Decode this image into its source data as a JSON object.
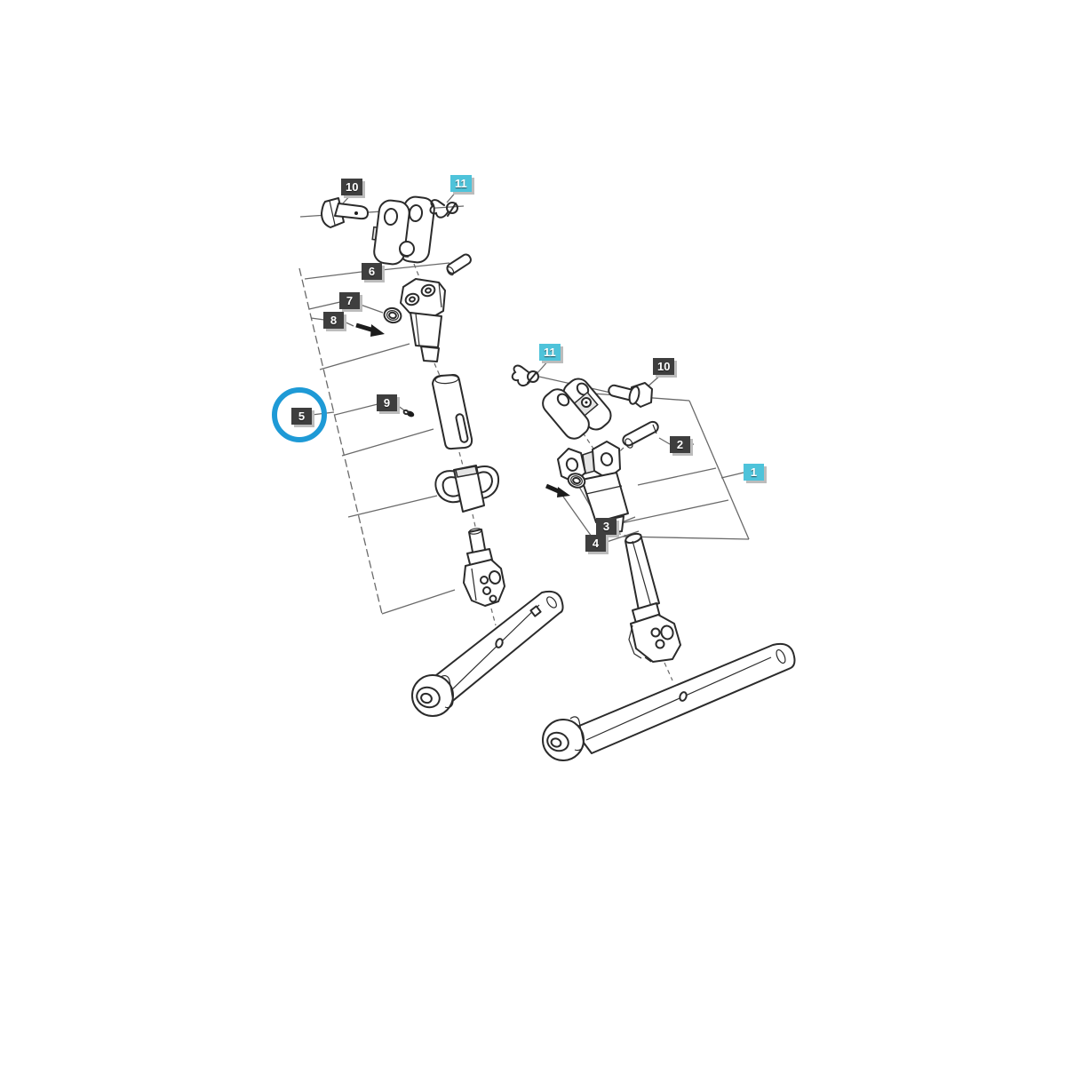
{
  "diagram": {
    "type": "exploded-parts-diagram",
    "subject": "three-point-hitch-lift-arm-assembly",
    "background": "#ffffff",
    "line_color": "#2b2b2b",
    "leader_color": "#6a6a6a",
    "label_dark_bg": "#3e3e3e",
    "label_highlight_bg": "#4ec3da",
    "label_text_color": "#ffffff",
    "selection_circle_color": "#1e9ad6",
    "selected_callout": "5"
  },
  "callouts": [
    {
      "id": "10-left",
      "label": "10",
      "style": "dark",
      "circled": false
    },
    {
      "id": "11-left",
      "label": "11",
      "style": "highlight",
      "circled": false
    },
    {
      "id": "6",
      "label": "6",
      "style": "dark",
      "circled": false
    },
    {
      "id": "7",
      "label": "7",
      "style": "dark",
      "circled": false
    },
    {
      "id": "8",
      "label": "8",
      "style": "dark",
      "circled": false
    },
    {
      "id": "5",
      "label": "5",
      "style": "dark",
      "circled": true
    },
    {
      "id": "9",
      "label": "9",
      "style": "dark",
      "circled": false
    },
    {
      "id": "11-right",
      "label": "11",
      "style": "highlight",
      "circled": false
    },
    {
      "id": "10-right",
      "label": "10",
      "style": "dark",
      "circled": false
    },
    {
      "id": "2",
      "label": "2",
      "style": "dark",
      "circled": false
    },
    {
      "id": "1",
      "label": "1",
      "style": "highlight",
      "circled": false
    },
    {
      "id": "3",
      "label": "3",
      "style": "dark",
      "circled": false
    },
    {
      "id": "4",
      "label": "4",
      "style": "dark",
      "circled": false
    }
  ]
}
